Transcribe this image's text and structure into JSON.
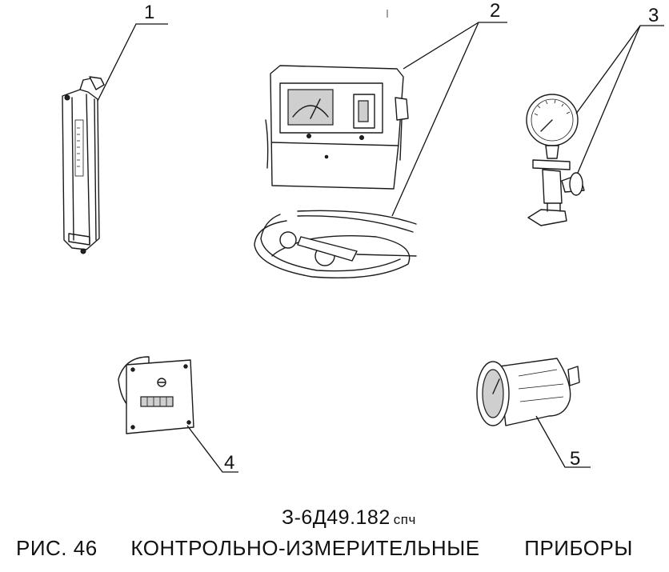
{
  "items": [
    {
      "number": "1",
      "icon": "u-tube-manometer-icon"
    },
    {
      "number": "2",
      "icon": "indicator-unit-with-cable-icon"
    },
    {
      "number": "3",
      "icon": "pressure-gauge-with-valve-icon"
    },
    {
      "number": "4",
      "icon": "panel-counter-icon"
    },
    {
      "number": "5",
      "icon": "round-dial-instrument-icon"
    }
  ],
  "drawing_code": "З-6Д49.182",
  "drawing_code_suffix": "спч",
  "caption": {
    "figure_label": "РИС. 46",
    "title_part1": "КОНТРОЛЬНО-ИЗМЕРИТЕЛЬНЫЕ",
    "title_part2": "ПРИБОРЫ"
  }
}
